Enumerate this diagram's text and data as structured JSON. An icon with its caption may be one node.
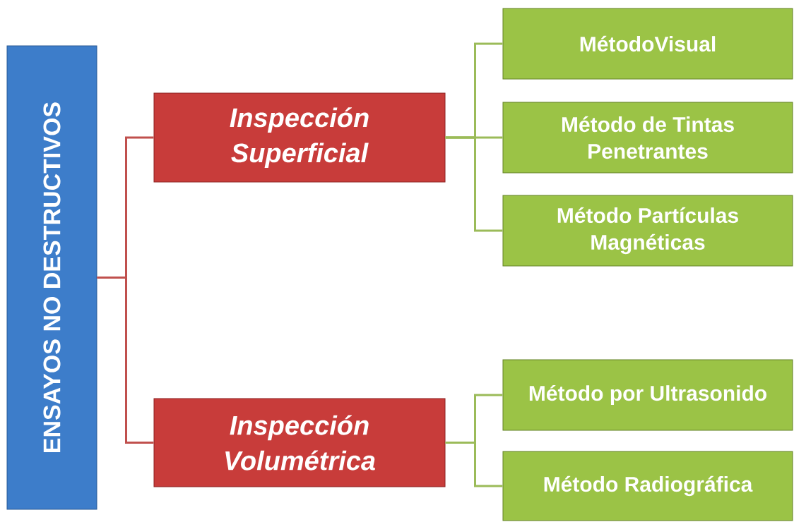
{
  "diagram": {
    "nodes": [
      {
        "text": [
          "ENSAYOS NO DESTRUCTIVOS"
        ]
      },
      {
        "text": [
          "Inspección Superficial"
        ]
      },
      {
        "text": [
          "Inspección Volumétrica"
        ]
      },
      {
        "text": [
          "MétodoVisual"
        ]
      },
      {
        "text": [
          "Método de Tintas Penetrantes"
        ]
      },
      {
        "text": [
          "Método Partículas Magnéticas"
        ]
      },
      {
        "text": [
          "Método por Ultrasonido"
        ]
      },
      {
        "text": [
          "Método Radiográfica"
        ]
      }
    ],
    "edges": [
      {
        "from": 0,
        "to": 1,
        "arrow": "none",
        "color": "#c0504d"
      },
      {
        "from": 0,
        "to": 2,
        "arrow": "none",
        "color": "#c0504d"
      },
      {
        "from": 1,
        "to": 3,
        "arrow": "none"
      },
      {
        "from": 1,
        "to": 4,
        "arrow": "none"
      },
      {
        "from": 1,
        "to": 5,
        "arrow": "none"
      },
      {
        "from": 2,
        "to": 6,
        "arrow": "none"
      },
      {
        "from": 2,
        "to": 7,
        "arrow": "none"
      }
    ]
  }
}
